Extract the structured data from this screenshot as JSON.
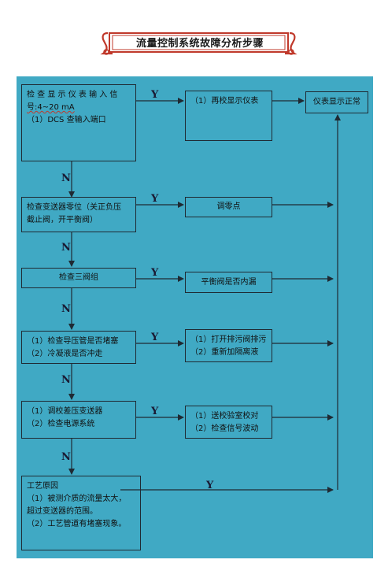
{
  "title": "流量控制系统故障分析步骤",
  "checks": [
    {
      "lines": [
        "检 查 显 示 仪 表 输 入 信",
        "号:4~20 mA",
        "（1）DCS 查输入端口"
      ]
    },
    {
      "lines": [
        "检查变送器零位（关正负压",
        "截止阀，开平衡阀）"
      ]
    },
    {
      "lines": [
        "检查三阀组"
      ]
    },
    {
      "lines": [
        "（1）检查导压管是否堵塞",
        "（2）冷凝液是否冲走"
      ]
    },
    {
      "lines": [
        "（1）调校差压变送器",
        "（2）检查电源系统"
      ]
    },
    {
      "lines": [
        "工艺原因",
        "（1）被测介质的流量太大，",
        "超过变送器的范围。",
        "（2）工艺管道有堵塞现象。"
      ]
    }
  ],
  "actions": [
    {
      "lines": [
        "（1）再校显示仪表"
      ]
    },
    {
      "lines": [
        "调零点"
      ]
    },
    {
      "lines": [
        "平衡阀是否内漏"
      ]
    },
    {
      "lines": [
        "（1）打开排污阀排污",
        "（2）重新加隔离液"
      ]
    },
    {
      "lines": [
        "（1）送校验室校对",
        "（2）检查信号波动"
      ]
    }
  ],
  "result": {
    "text": "仪表显示正常"
  },
  "yes_label": "Y",
  "no_label": "N",
  "colors": {
    "panel": "#40a9c4",
    "line": "#1f2a33",
    "banner_red": "#c0392b"
  }
}
